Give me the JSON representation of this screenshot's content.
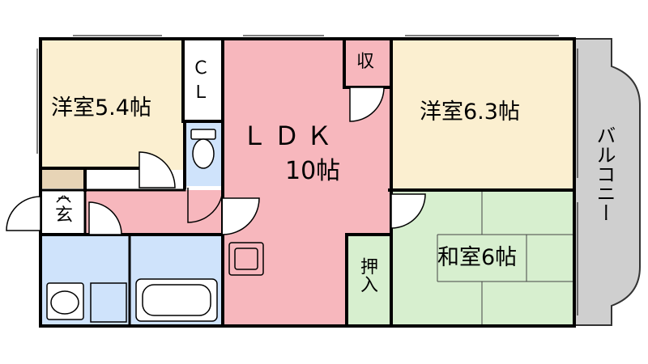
{
  "rooms": {
    "western_room_a": "洋室5.4帖",
    "western_room_b": "洋室6.3帖",
    "ldk_name": "ＬＤＫ",
    "ldk_size": "10帖",
    "japanese_room": "和室6帖",
    "closet": "ＣＬ",
    "storage": "収",
    "oshiire": "押入",
    "entrance": "玄",
    "balcony": "バルコニー"
  },
  "colors": {
    "western": "#fbefd0",
    "ldk": "#f7b7bd",
    "japanese": "#d7efcf",
    "wet": "#cfe3fb",
    "tan": "#e7d4b6",
    "balcony": "#cfcfcf",
    "wall": "#000000"
  }
}
